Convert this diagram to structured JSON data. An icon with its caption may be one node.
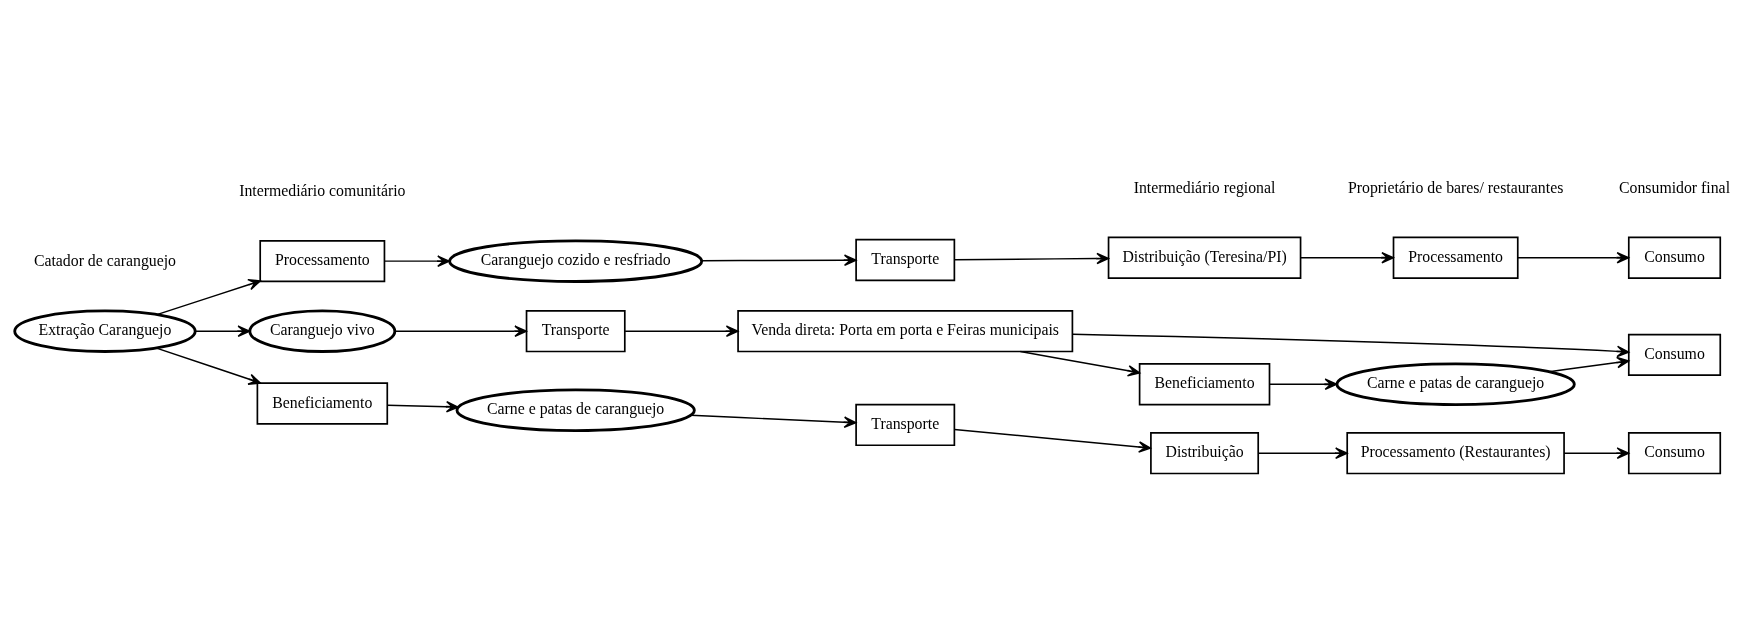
{
  "diagram": {
    "nodes": [
      {
        "text": [
          "Extração Caranguejo"
        ]
      },
      {
        "text": [
          "Processamento"
        ]
      },
      {
        "text": [
          "Caranguejo cozido e resfriado"
        ]
      },
      {
        "text": [
          "Transporte"
        ]
      },
      {
        "text": [
          "Distribuição (Teresina/PI)"
        ]
      },
      {
        "text": [
          "Processamento"
        ]
      },
      {
        "text": [
          "Consumo"
        ]
      },
      {
        "text": [
          "Caranguejo vivo"
        ]
      },
      {
        "text": [
          "Transporte"
        ]
      },
      {
        "text": [
          "Venda direta: Porta em porta e Feiras municipais"
        ]
      },
      {
        "text": [
          "Consumo"
        ]
      },
      {
        "text": [
          "Beneficiamento"
        ]
      },
      {
        "text": [
          "Carne e patas de caranguejo"
        ]
      },
      {
        "text": [
          "Beneficiamento"
        ]
      },
      {
        "text": [
          "Carne e patas de caranguejo"
        ]
      },
      {
        "text": [
          "Transporte"
        ]
      },
      {
        "text": [
          "Distribuição"
        ]
      },
      {
        "text": [
          "Processamento (Restaurantes)"
        ]
      },
      {
        "text": [
          "Consumo"
        ]
      }
    ],
    "edges": [
      {
        "from": 0,
        "to": 1,
        "arrow": "to"
      },
      {
        "from": 0,
        "to": 7,
        "arrow": "to"
      },
      {
        "from": 0,
        "to": 13,
        "arrow": "to"
      },
      {
        "from": 1,
        "to": 2,
        "arrow": "to"
      },
      {
        "from": 2,
        "to": 3,
        "arrow": "to"
      },
      {
        "from": 3,
        "to": 4,
        "arrow": "to"
      },
      {
        "from": 4,
        "to": 5,
        "arrow": "to"
      },
      {
        "from": 5,
        "to": 6,
        "arrow": "to"
      },
      {
        "from": 7,
        "to": 8,
        "arrow": "to"
      },
      {
        "from": 8,
        "to": 9,
        "arrow": "to"
      },
      {
        "from": 9,
        "to": 10,
        "arrow": "to"
      },
      {
        "from": 9,
        "to": 11,
        "arrow": "to"
      },
      {
        "from": 11,
        "to": 12,
        "arrow": "to"
      },
      {
        "from": 12,
        "to": 10,
        "arrow": "to"
      },
      {
        "from": 13,
        "to": 14,
        "arrow": "to"
      },
      {
        "from": 14,
        "to": 15,
        "arrow": "to"
      },
      {
        "from": 15,
        "to": 16,
        "arrow": "to"
      },
      {
        "from": 16,
        "to": 17,
        "arrow": "to"
      },
      {
        "from": 17,
        "to": 18,
        "arrow": "to"
      }
    ],
    "labels": [
      "Catador de caranguejo",
      "Intermediário comunitário",
      "Intermediário regional",
      "Proprietário de bares/ restaurantes",
      "Consumidor final"
    ]
  }
}
